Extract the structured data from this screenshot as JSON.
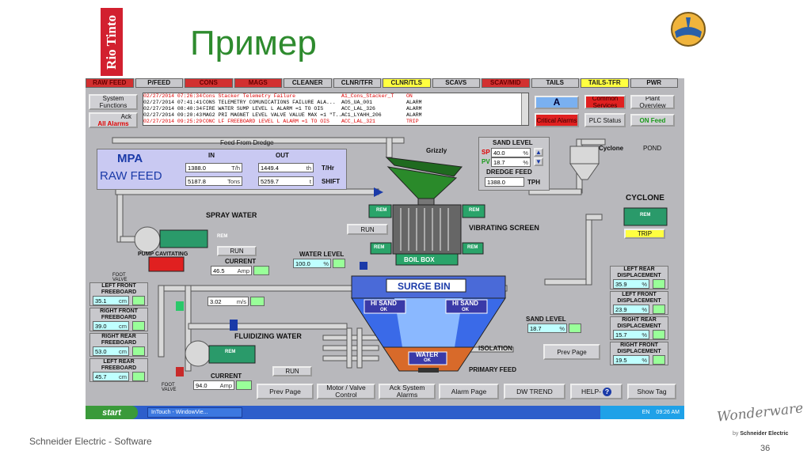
{
  "slide": {
    "title": "Пример",
    "rio_logo": "Rio Tinto",
    "footer": "Schneider Electric - Software",
    "page_number": "36",
    "brand": "Wonderware",
    "brand_by": "by",
    "brand_company": "Schneider Electric"
  },
  "nav": {
    "tabs": [
      {
        "label": "RAW FEED",
        "style": "red"
      },
      {
        "label": "P/FEED",
        "style": ""
      },
      {
        "label": "CONS",
        "style": "red"
      },
      {
        "label": "MAGS",
        "style": "red"
      },
      {
        "label": "CLEANER",
        "style": ""
      },
      {
        "label": "CLNR/TFR",
        "style": ""
      },
      {
        "label": "CLNR/TLS",
        "style": "yellow"
      },
      {
        "label": "SCAVS",
        "style": ""
      },
      {
        "label": "SCAV/MID",
        "style": "red"
      },
      {
        "label": "TAILS",
        "style": ""
      },
      {
        "label": "TAILS-TFR",
        "style": "yellow"
      },
      {
        "label": "PWR",
        "style": ""
      }
    ]
  },
  "buttons": {
    "system_functions": "System Functions",
    "ack": "Ack",
    "all_alarms": "All Alarms",
    "a": "A",
    "common_services": "Common Services",
    "plant_overview": "Plant Overview",
    "critical_alarms": "Critical Alarms",
    "plc_status": "PLC Status",
    "on_feed": "ON Feed",
    "run_screen": "RUN",
    "run_spray": "RUN",
    "run_fluid": "RUN",
    "trip": "TRIP",
    "prev_page_right": "Prev Page",
    "bottom": [
      "Prev Page",
      "Motor / Valve Control",
      "Ack System Alarms",
      "Alarm Page",
      "DW TREND",
      "HELP-",
      "Show Tag"
    ]
  },
  "alarms": [
    {
      "time": "02/27/2014 07:26:34 AM",
      "msg": "Cons Stacker Telemetry Failure",
      "tag": "A1_Cons_Stacker_T",
      "state": "ON",
      "color": "red"
    },
    {
      "time": "02/27/2014 07:41:41 AM",
      "msg": "CONS TELEMETRY COMUNICATIONS FAILURE ALA...",
      "tag": "AOS_UA_001",
      "state": "ALARM",
      "color": "black"
    },
    {
      "time": "02/27/2014 08:40:34 AM",
      "msg": "FIRE WATER SUMP LEVEL L ALARM =1 TO OIS",
      "tag": "ACC_LAL_326",
      "state": "ALARM",
      "color": "black"
    },
    {
      "time": "02/27/2014 09:20:43 AM",
      "msg": "MAG2 PRI MAGNET LEVEL VALVE VALUE MAX =1 \"T...",
      "tag": "AC1_LYAHH_206",
      "state": "ALARM",
      "color": "black"
    },
    {
      "time": "02/27/2014 09:25:29 AM",
      "msg": "CONC LF FREEBOARD LEVEL L ALARM =1 TO OIS",
      "tag": "ACC_LAL_321",
      "state": "TRIP",
      "color": "red"
    }
  ],
  "mpa": {
    "title1": "MPA",
    "title2": "RAW FEED",
    "in_label": "IN",
    "out_label": "OUT",
    "in_rate": "1388.0",
    "in_rate_unit": "T/h",
    "out_rate": "1449.4",
    "out_rate_unit": "th",
    "rate_label": "T/Hr",
    "in_shift": "5187.8",
    "in_shift_unit": "Tons",
    "out_shift": "5259.7",
    "out_shift_unit": "t",
    "shift_label": "SHIFT"
  },
  "sand": {
    "title": "SAND LEVEL",
    "sp_label": "SP",
    "sp_value": "40.0",
    "sp_unit": "%",
    "pv_label": "PV",
    "pv_value": "18.7",
    "pv_unit": "%",
    "dredge_label": "DREDGE FEED",
    "dredge_value": "1388.0",
    "dredge_unit": "TPH"
  },
  "process": {
    "feed_from_dredge": "Feed From Dredge",
    "grizzly": "Grizzly",
    "cyclone_label": "Cyclone",
    "pond": "POND",
    "cyclone_title": "CYCLONE",
    "spray_water": "SPRAY WATER",
    "vibrating_screen": "VIBRATING SCREEN",
    "boil_box": "BOIL BOX",
    "surge_bin": "SURGE BIN",
    "hi_sand": "HI SAND",
    "ok": "OK",
    "water": "WATER",
    "pump_cavitating": "PUMP CAVITATING",
    "foot_valve": "FOOT VALVE",
    "current": "CURRENT",
    "current_spray": "46.5",
    "amp": "Amp",
    "water_level": "WATER LEVEL",
    "water_level_val": "100.0",
    "water_level_unit": "%",
    "flow": "3.02",
    "flow_unit": "m/s",
    "fluidizing_water": "FLUIDIZING WATER",
    "current_fluid": "94.0",
    "isolation": "ISOLATION",
    "primary_feed": "PRIMARY FEED",
    "sand_level": "SAND LEVEL",
    "sand_level_val": "18.7",
    "sand_level_unit": "%",
    "rem": "REM"
  },
  "freeboard_left": [
    {
      "label": "LEFT FRONT FREEBOARD",
      "value": "35.1",
      "unit": "cm"
    },
    {
      "label": "RIGHT FRONT FREEBOARD",
      "value": "39.0",
      "unit": "cm"
    },
    {
      "label": "RIGHT REAR FREEBOARD",
      "value": "53.0",
      "unit": "cm"
    },
    {
      "label": "LEFT REAR FREEBOARD",
      "value": "45.7",
      "unit": "cm"
    }
  ],
  "displacement_right": [
    {
      "label": "LEFT REAR DISPLACEMENT",
      "value": "35.9",
      "unit": "%"
    },
    {
      "label": "LEFT FRONT DISPLACEMENT",
      "value": "23.9",
      "unit": "%"
    },
    {
      "label": "RIGHT REAR DISPLACEMENT",
      "value": "15.7",
      "unit": "%"
    },
    {
      "label": "RIGHT FRONT DISPLACEMENT",
      "value": "19.5",
      "unit": "%"
    }
  ],
  "taskbar": {
    "start": "start",
    "app": "InTouch - WindowVie...",
    "lang": "EN",
    "clock": "09:26 AM"
  }
}
